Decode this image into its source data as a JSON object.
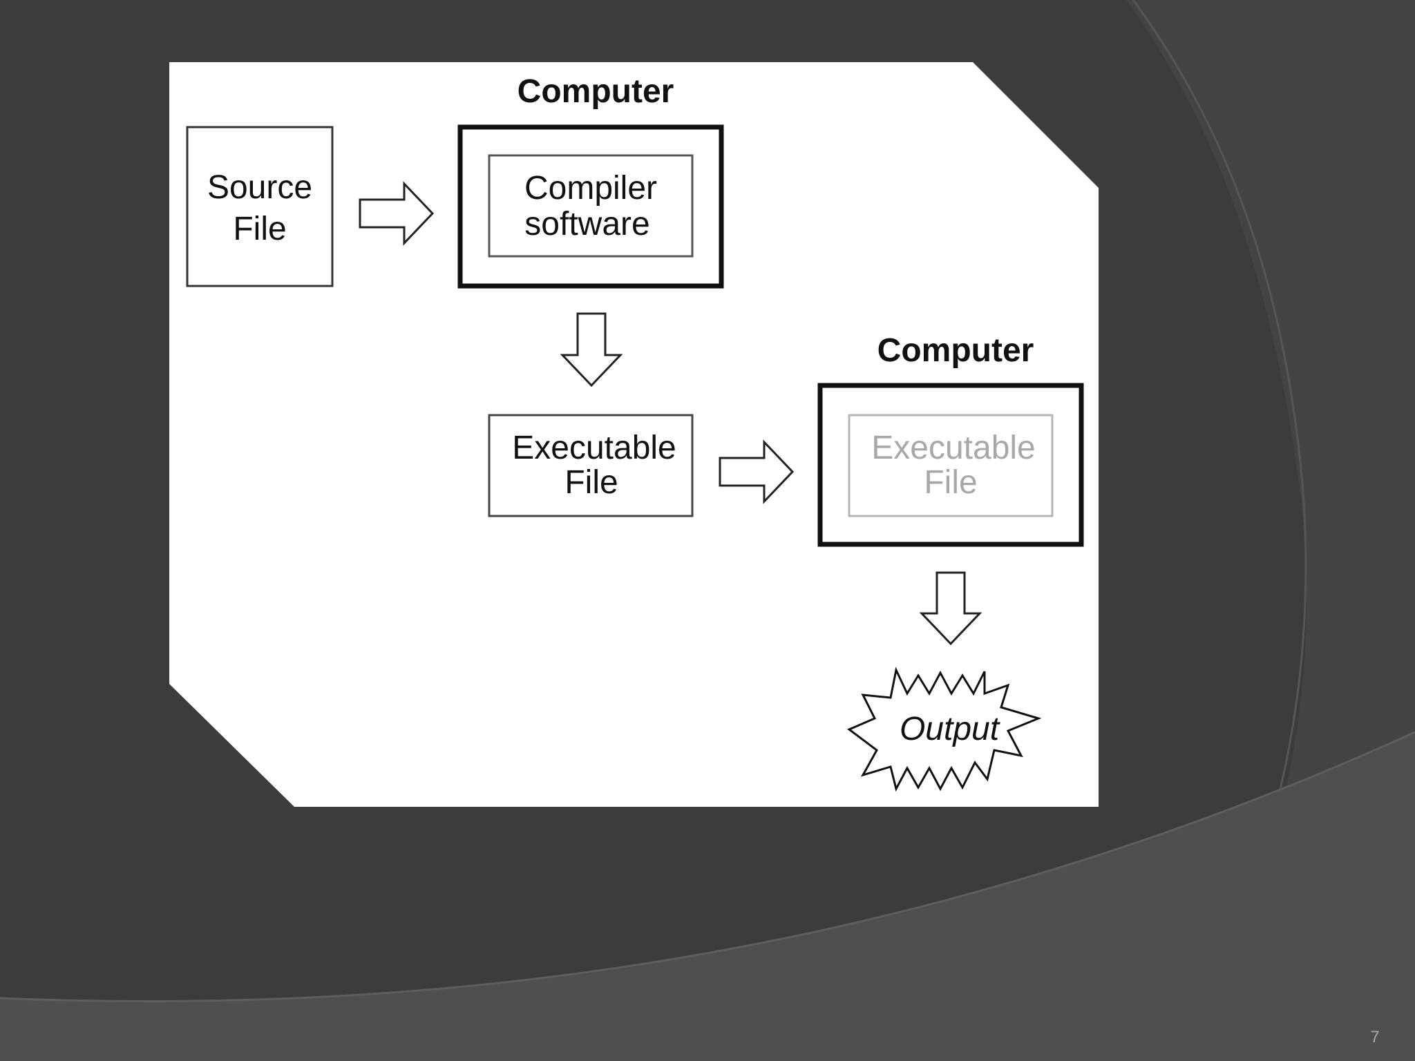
{
  "slide": {
    "page_number": "7"
  },
  "diagram": {
    "computer1": {
      "title": "Computer",
      "inner_line1": "Compiler",
      "inner_line2": "software"
    },
    "source_file": {
      "line1": "Source",
      "line2": "File"
    },
    "executable_file": {
      "line1": "Executable",
      "line2": "File"
    },
    "computer2": {
      "title": "Computer",
      "inner_line1": "Executable",
      "inner_line2": "File"
    },
    "output": "Output"
  },
  "colors": {
    "slide_background": "#3b3b3b",
    "panel": "#ffffff",
    "ink": "#111111",
    "faded_text": "#a8a8a8"
  }
}
